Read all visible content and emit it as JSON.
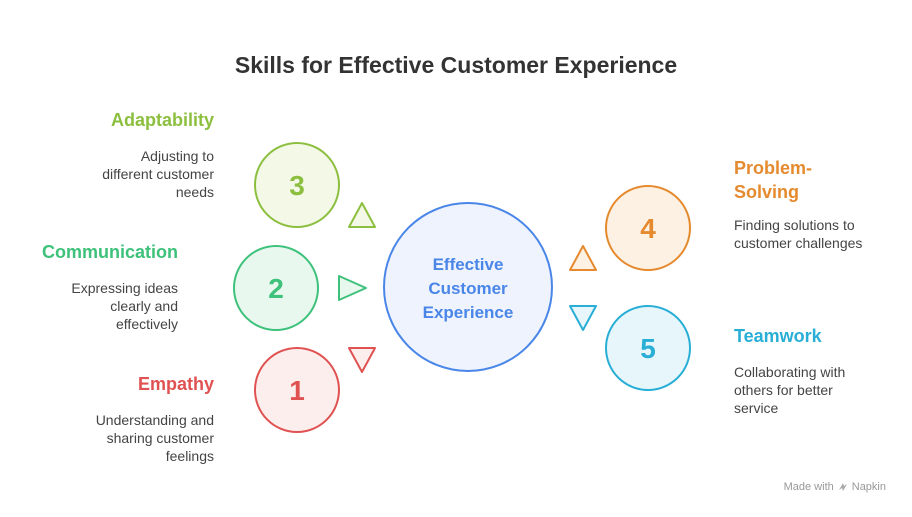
{
  "title": "Skills for Effective Customer Experience",
  "center": {
    "lines": [
      "Effective",
      "Customer",
      "Experience"
    ],
    "color": "#4a86e8",
    "fill": "#eef3fd"
  },
  "skills": [
    {
      "number": "3",
      "heading_lines": [
        "Adaptability"
      ],
      "description_lines": [
        "Adjusting to",
        "different customer",
        "needs"
      ],
      "color": "#8cbf3f",
      "fill": "#f3f9e6"
    },
    {
      "number": "2",
      "heading_lines": [
        "Communication"
      ],
      "description_lines": [
        "Expressing ideas",
        "clearly and",
        "effectively"
      ],
      "color": "#3ec17a",
      "fill": "#e9f8ef"
    },
    {
      "number": "1",
      "heading_lines": [
        "Empathy"
      ],
      "description_lines": [
        "Understanding and",
        "sharing customer",
        "feelings"
      ],
      "color": "#e05252",
      "fill": "#fdeeee"
    },
    {
      "number": "4",
      "heading_lines": [
        "Problem-",
        "Solving"
      ],
      "description_lines": [
        "Finding solutions to",
        "customer challenges"
      ],
      "color": "#e58a2e",
      "fill": "#fdf1e4"
    },
    {
      "number": "5",
      "heading_lines": [
        "Teamwork"
      ],
      "description_lines": [
        "Collaborating with",
        "others for better",
        "service"
      ],
      "color": "#29aed6",
      "fill": "#e7f6fb"
    }
  ],
  "footer": {
    "made_with": "Made with",
    "brand": "Napkin"
  }
}
